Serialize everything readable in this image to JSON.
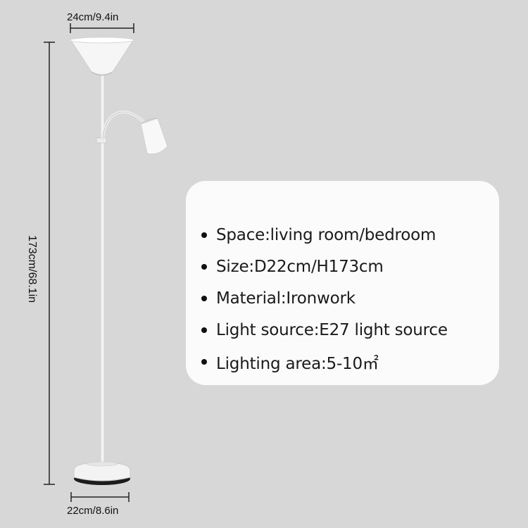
{
  "dimensions": {
    "top_width": "24cm/9.4in",
    "base_width": "22cm/8.6in",
    "height": "173cm/68.1in"
  },
  "specs": [
    "Space:living room/bedroom",
    "Size:D22cm/H173cm",
    "Material:Ironwork",
    "Light source:E27 light source",
    "Lighting area:5-10㎡"
  ],
  "colors": {
    "background": "#d7d7d7",
    "card": "#fbfbfb",
    "lamp": "#f4f4f4",
    "text": "#1a1a1a"
  }
}
